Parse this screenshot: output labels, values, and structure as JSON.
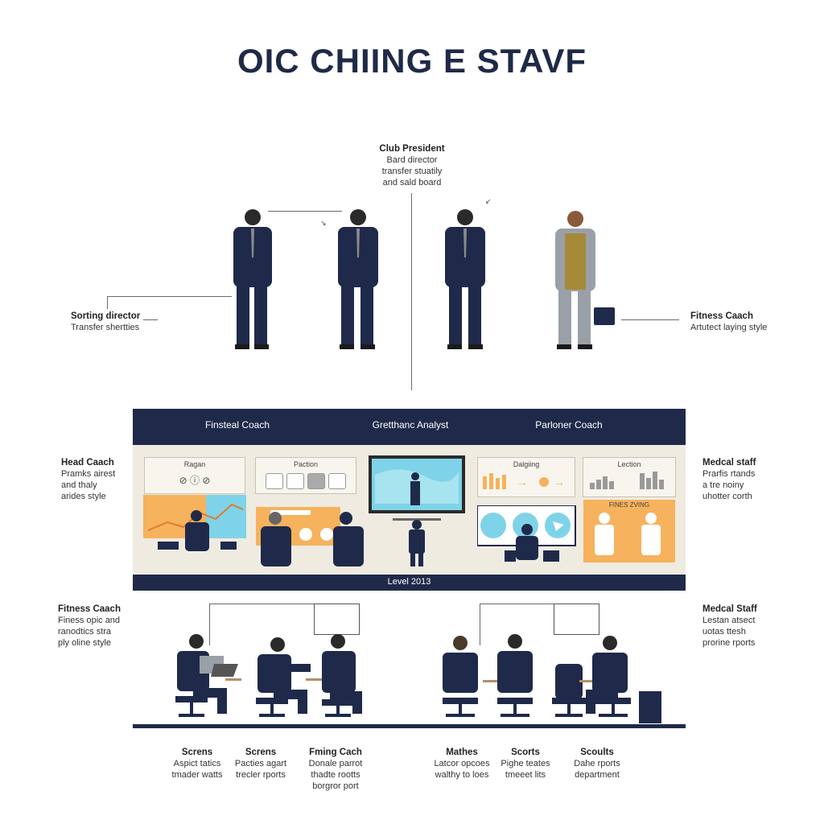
{
  "title": "OIC CHIING E STAVF",
  "club_president": {
    "name": "Club President",
    "lines": [
      "Bard director",
      "transfer stuatily",
      "and sald board"
    ]
  },
  "sporting_director": {
    "name": "Sorting director",
    "lines": [
      "Transfer shertties"
    ]
  },
  "fitness_coach_top": {
    "name": "Fitness Caach",
    "lines": [
      "Artutect laying style"
    ]
  },
  "head_coach": {
    "name": "Head Caach",
    "lines": [
      "Pramks airest",
      "and thaly",
      "arides style"
    ]
  },
  "medical_staff_mid": {
    "name": "Medcal staff",
    "lines": [
      "Prarfis rtands",
      "a tre noiny",
      "uhotter corth"
    ]
  },
  "fitness_coach_bottom": {
    "name": "Fitness Caach",
    "lines": [
      "Finess opic and",
      "ranodtics stra",
      "ply oline style"
    ]
  },
  "medical_staff_bottom": {
    "name": "Medcal Staff",
    "lines": [
      "Lestan atsect",
      "uotas ttesh",
      "prorine rports"
    ]
  },
  "panel": {
    "headers": [
      "Finsteal Coach",
      "Gretthanc Analyst",
      "Parloner Coach"
    ],
    "footer": "Level 2013",
    "screens": [
      "Ragan",
      "Paction",
      "Dalgiing",
      "Lection",
      "FINES ZVING"
    ]
  },
  "bottom_roles": [
    {
      "name": "Screns",
      "lines": [
        "Aspict tatics",
        "tmader watts"
      ]
    },
    {
      "name": "Screns",
      "lines": [
        "Pacties agart",
        "trecler rports"
      ]
    },
    {
      "name": "Fming Cach",
      "lines": [
        "Donale parrot",
        "thadte rootts",
        "borgror port"
      ]
    },
    {
      "name": "Mathes",
      "lines": [
        "Latcor opcoes",
        "walthy to loes"
      ]
    },
    {
      "name": "Scorts",
      "lines": [
        "Pighe teates",
        "tmeeet lits"
      ]
    },
    {
      "name": "Scoults",
      "lines": [
        "Dahe rports",
        "department"
      ]
    }
  ],
  "colors": {
    "navy": "#1f2a4a",
    "cream": "#efebe1",
    "orange": "#f6b25d",
    "cyan": "#7fd3e8",
    "mustard": "#a68a3a"
  }
}
